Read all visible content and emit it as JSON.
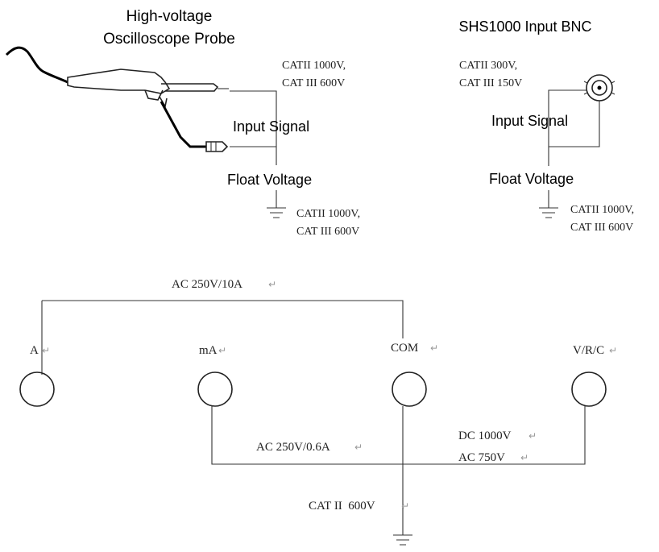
{
  "probe_section": {
    "title_line1": "High-voltage",
    "title_line2": "Oscilloscope Probe",
    "rating_top_line1": "CATII 1000V,",
    "rating_top_line2": "CAT III 600V",
    "input_signal": "Input Signal",
    "float_voltage": "Float Voltage",
    "rating_bottom_line1": "CATII 1000V,",
    "rating_bottom_line2": "CAT III 600V"
  },
  "bnc_section": {
    "title": "SHS1000 Input BNC",
    "rating_top_line1": "CATII 300V,",
    "rating_top_line2": "CAT III 150V",
    "input_signal": "Input Signal",
    "float_voltage": "Float Voltage",
    "rating_bottom_line1": "CATII 1000V,",
    "rating_bottom_line2": "CAT III 600V"
  },
  "meter_section": {
    "top_wire_label": "AC 250V/10A",
    "terminals": [
      "A",
      "mA",
      "COM",
      "V/R/C"
    ],
    "ma_wire_label": "AC 250V/0.6A",
    "v_wire_label_line1": "DC 1000V",
    "v_wire_label_line2": "AC 750V",
    "ground_label": "CAT II  600V"
  },
  "glyphs": {
    "return_mark": "↵"
  },
  "colors": {
    "line": "#222222",
    "text": "#000000",
    "return_mark": "#999999"
  }
}
